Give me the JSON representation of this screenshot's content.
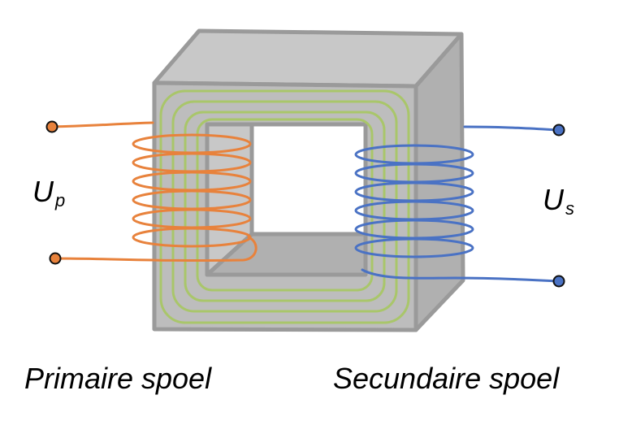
{
  "labels": {
    "primary_voltage": {
      "main": "U",
      "sub": "p"
    },
    "secondary_voltage": {
      "main": "U",
      "sub": "s"
    },
    "primary_coil": "Primaire spoel",
    "secondary_coil": "Secundaire spoel"
  },
  "colors": {
    "core_front": "#bdbdbd",
    "core_top": "#c8c8c8",
    "core_side": "#b0b0b0",
    "core_edge": "#9a9a9a",
    "flux_lines": "#a9c66a",
    "primary_coil": "#e8823c",
    "secondary_coil": "#4a72c4",
    "terminal_edge": "#111111"
  },
  "primary_turns": 6,
  "secondary_turns": 6
}
